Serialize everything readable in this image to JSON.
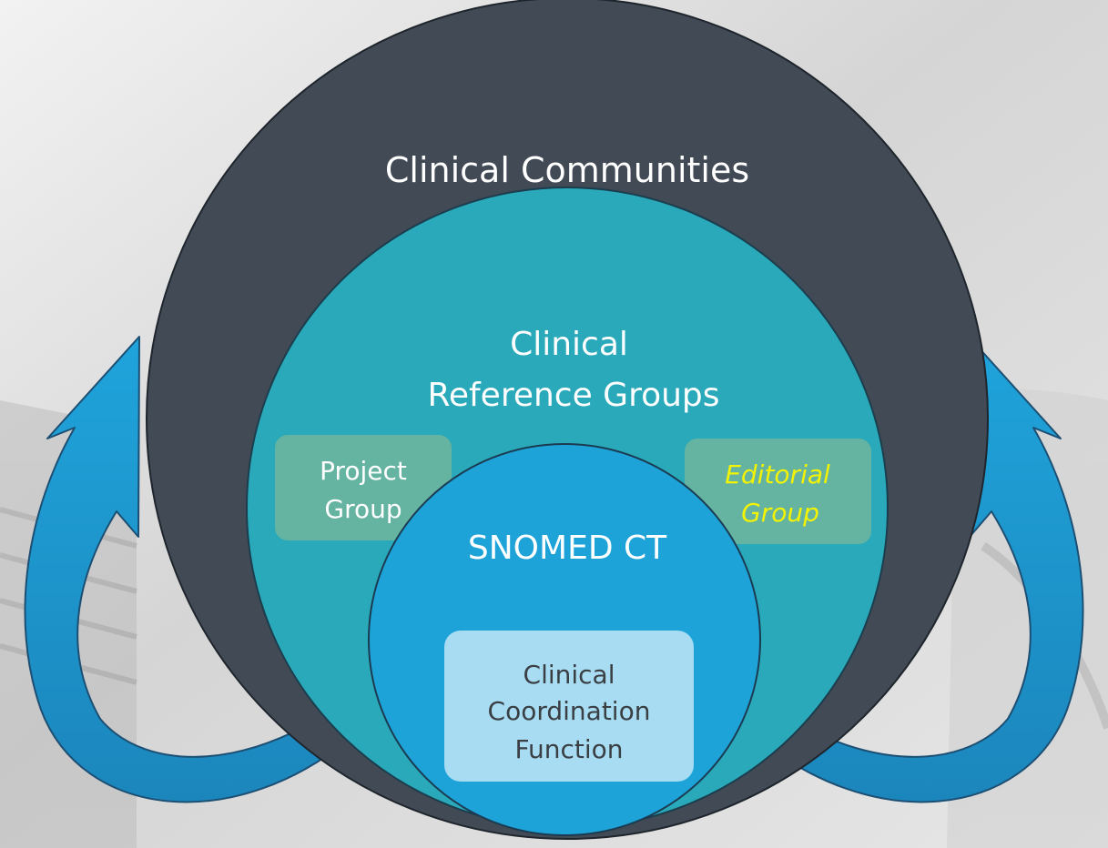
{
  "diagram": {
    "outer_circle": {
      "label": "Clinical Communities",
      "color": "#414a55"
    },
    "middle_circle": {
      "label_line1": "Clinical",
      "label_line2": "Reference Groups",
      "color": "#29a9b9"
    },
    "project_group": {
      "line1": "Project",
      "line2": "Group",
      "color": "#6cb49e"
    },
    "editorial_group": {
      "line1": "Editorial",
      "line2": "Group",
      "color": "#6cb49e",
      "text_color": "#f3f303"
    },
    "inner_circle": {
      "label": "SNOMED CT",
      "color": "#1ea3d9"
    },
    "coordination_box": {
      "line1": "Clinical",
      "line2": "Coordination",
      "line3": "Function",
      "color": "#a8dcf2",
      "text_color": "#3a3f44"
    },
    "arrows": {
      "color": "#1ea3d9",
      "icon": "curved-arrow-up-icon"
    }
  }
}
